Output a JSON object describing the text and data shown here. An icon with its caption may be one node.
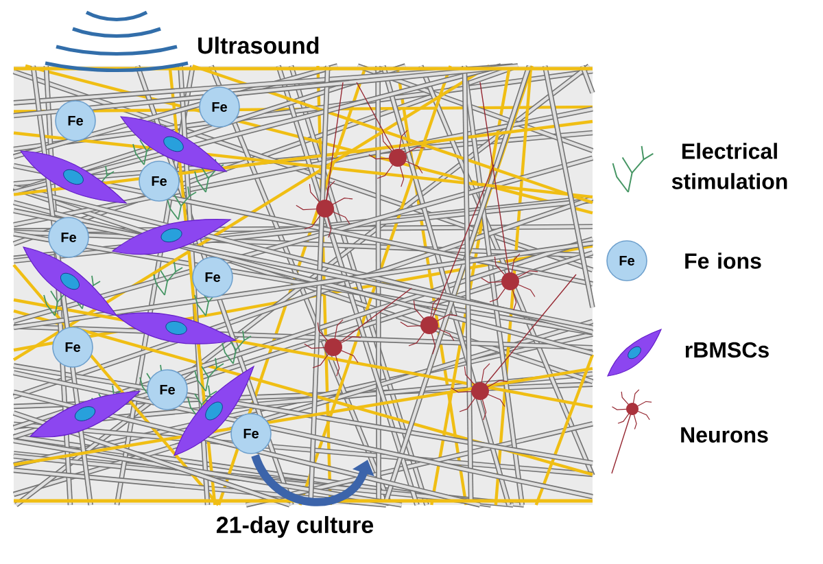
{
  "diagram": {
    "nodes": [
      {
        "text": [
          "Fe"
        ]
      },
      {
        "text": [
          "Fe"
        ]
      },
      {
        "text": [
          "Fe"
        ]
      },
      {
        "text": [
          "Fe"
        ]
      },
      {
        "text": [
          "Fe"
        ]
      },
      {
        "text": [
          "Fe"
        ]
      },
      {
        "text": [
          "Fe"
        ]
      },
      {
        "text": [
          "Fe"
        ]
      },
      {
        "text": [
          "Fe"
        ]
      }
    ],
    "labels": [
      "Ultrasound",
      "21-day culture"
    ],
    "legend": [
      {
        "text": "Electrical stimulation"
      },
      {
        "text": "Fe ions"
      },
      {
        "text": "rBMSCs"
      },
      {
        "text": "Neurons"
      }
    ]
  }
}
